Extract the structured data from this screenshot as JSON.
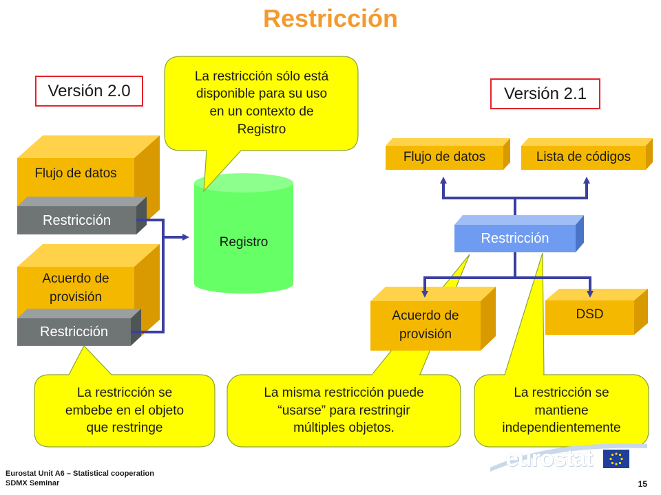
{
  "title": "Restricción",
  "version_left": "Versión 2.0",
  "version_right": "Versión 2.1",
  "left": {
    "flujo": "Flujo de datos",
    "restriccion_1": "Restricción",
    "acuerdo_line1": "Acuerdo de",
    "acuerdo_line2": "provisión",
    "restriccion_2": "Restricción",
    "registro": "Registro"
  },
  "right": {
    "flujo": "Flujo de datos",
    "lista": "Lista de códigos",
    "restriccion": "Restricción",
    "acuerdo_line1": "Acuerdo de",
    "acuerdo_line2": "provisión",
    "dsd": "DSD"
  },
  "callouts": {
    "top_lines": [
      "La restricción sólo está",
      "disponible para su uso",
      "en un contexto de",
      "Registro"
    ],
    "left_lines": [
      "La restricción se",
      "embebe en el objeto",
      "que restringe"
    ],
    "middle_lines": [
      "La misma restricción puede",
      "“usarse” para restringir",
      "múltiples objetos."
    ],
    "right_lines": [
      "La restricción se",
      "mantiene",
      "independientemente"
    ]
  },
  "footer": {
    "line1": "Eurostat Unit A6 – Statistical cooperation",
    "line2": "SDMX Seminar",
    "page": "15",
    "logo": "eurostat"
  },
  "colors": {
    "title": "#f39a2e",
    "box_front": "#f5b800",
    "box_top": "#ffd24a",
    "box_side": "#d89a00",
    "grey_front": "#6f7475",
    "grey_top": "#9aa0a1",
    "grey_side": "#4f5455",
    "blue_front": "#6f9cf0",
    "arrow": "#3b3fa0",
    "callout": "#ffff00",
    "cylinder": "#66ff66"
  }
}
